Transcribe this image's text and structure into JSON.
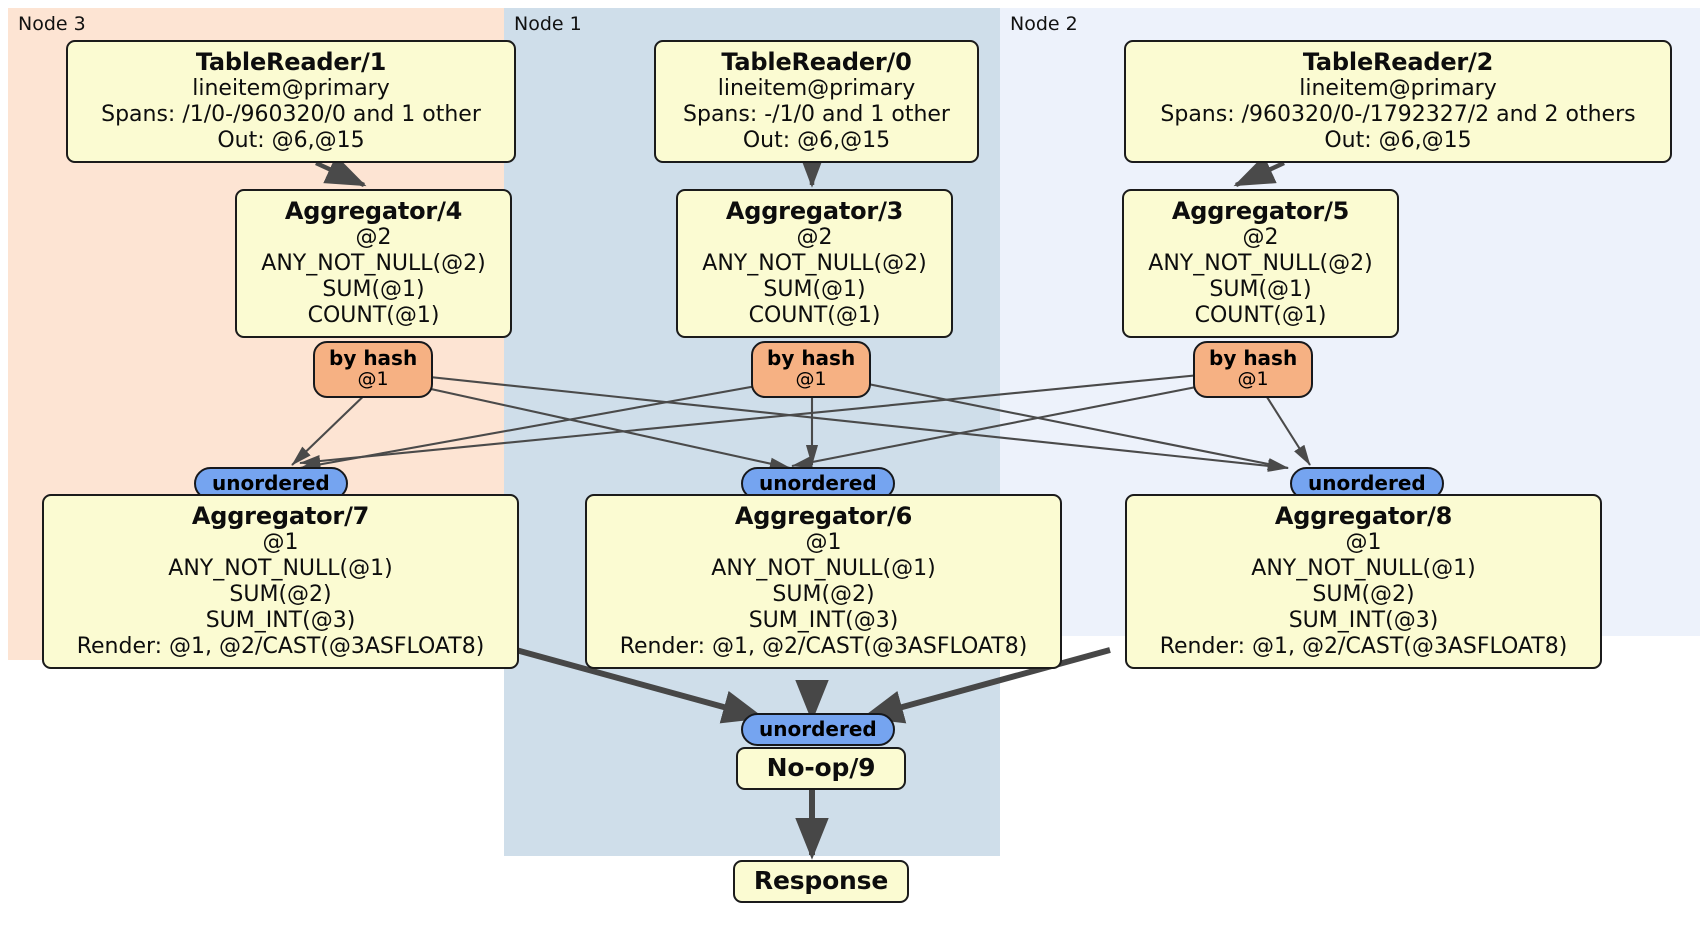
{
  "diagram": {
    "type": "distributed-query-execution-plan",
    "panels": [
      {
        "id": "node3",
        "label": "Node 3",
        "color": "#fde4d3"
      },
      {
        "id": "node1",
        "label": "Node 1",
        "color": "#cfdeea"
      },
      {
        "id": "node2",
        "label": "Node 2",
        "color": "#edf2fb"
      }
    ],
    "processors": {
      "table_reader_1": {
        "title": "TableReader/1",
        "lines": [
          "lineitem@primary",
          "Spans: /1/0-/960320/0 and 1 other",
          "Out: @6,@15"
        ]
      },
      "table_reader_0": {
        "title": "TableReader/0",
        "lines": [
          "lineitem@primary",
          "Spans: -/1/0 and 1 other",
          "Out: @6,@15"
        ]
      },
      "table_reader_2": {
        "title": "TableReader/2",
        "lines": [
          "lineitem@primary",
          "Spans: /960320/0-/1792327/2 and 2 others",
          "Out: @6,@15"
        ]
      },
      "aggregator_4": {
        "title": "Aggregator/4",
        "lines": [
          "@2",
          "ANY_NOT_NULL(@2)",
          "SUM(@1)",
          "COUNT(@1)"
        ]
      },
      "aggregator_3": {
        "title": "Aggregator/3",
        "lines": [
          "@2",
          "ANY_NOT_NULL(@2)",
          "SUM(@1)",
          "COUNT(@1)"
        ]
      },
      "aggregator_5": {
        "title": "Aggregator/5",
        "lines": [
          "@2",
          "ANY_NOT_NULL(@2)",
          "SUM(@1)",
          "COUNT(@1)"
        ]
      },
      "aggregator_7": {
        "title": "Aggregator/7",
        "lines": [
          "@1",
          "ANY_NOT_NULL(@1)",
          "SUM(@2)",
          "SUM_INT(@3)",
          "Render: @1, @2/CAST(@3ASFLOAT8)"
        ]
      },
      "aggregator_6": {
        "title": "Aggregator/6",
        "lines": [
          "@1",
          "ANY_NOT_NULL(@1)",
          "SUM(@2)",
          "SUM_INT(@3)",
          "Render: @1, @2/CAST(@3ASFLOAT8)"
        ]
      },
      "aggregator_8": {
        "title": "Aggregator/8",
        "lines": [
          "@1",
          "ANY_NOT_NULL(@1)",
          "SUM(@2)",
          "SUM_INT(@3)",
          "Render: @1, @2/CAST(@3ASFLOAT8)"
        ]
      },
      "noop_9": {
        "title": "No-op/9",
        "lines": []
      },
      "response": {
        "title": "Response",
        "lines": []
      }
    },
    "badges": {
      "hash_left": {
        "label": "by hash",
        "sub": "@1",
        "color": "#f6b183"
      },
      "hash_center": {
        "label": "by hash",
        "sub": "@1",
        "color": "#f6b183"
      },
      "hash_right": {
        "label": "by hash",
        "sub": "@1",
        "color": "#f6b183"
      },
      "unordered_left": {
        "label": "unordered",
        "color": "#75a4f0"
      },
      "unordered_center": {
        "label": "unordered",
        "color": "#75a4f0"
      },
      "unordered_right": {
        "label": "unordered",
        "color": "#75a4f0"
      },
      "unordered_final": {
        "label": "unordered",
        "color": "#75a4f0"
      }
    },
    "colors": {
      "processor_fill": "#fbfbd2",
      "processor_stroke": "#1b1b1b",
      "edge_thin": "#4a4a4a",
      "edge_thick": "#474747"
    }
  }
}
